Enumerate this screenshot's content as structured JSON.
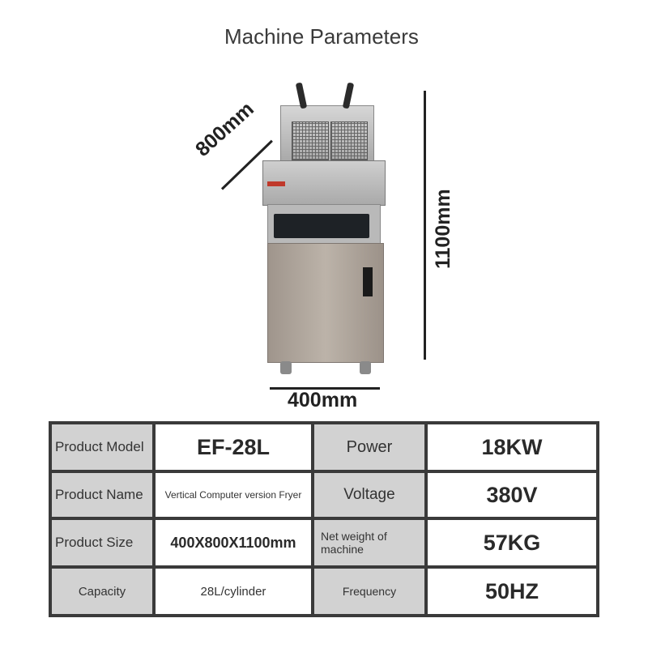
{
  "title": "Machine Parameters",
  "dimensions": {
    "depth": "800mm",
    "height": "1100mm",
    "width": "400mm"
  },
  "specs": {
    "row1": {
      "label": "Product Model",
      "value": "EF-28L",
      "label2": "Power",
      "value2": "18KW"
    },
    "row2": {
      "label": "Product Name",
      "value": "Vertical Computer version Fryer",
      "label2": "Voltage",
      "value2": "380V"
    },
    "row3": {
      "label": "Product Size",
      "value": "400X800X1100mm",
      "label2": "Net weight of machine",
      "value2": "57KG"
    },
    "row4": {
      "label": "Capacity",
      "value": "28L/cylinder",
      "label2": "Frequency",
      "value2": "50HZ"
    }
  },
  "colors": {
    "border": "#3a3a3a",
    "label_bg": "#d2d2d2",
    "value_bg": "#ffffff"
  }
}
